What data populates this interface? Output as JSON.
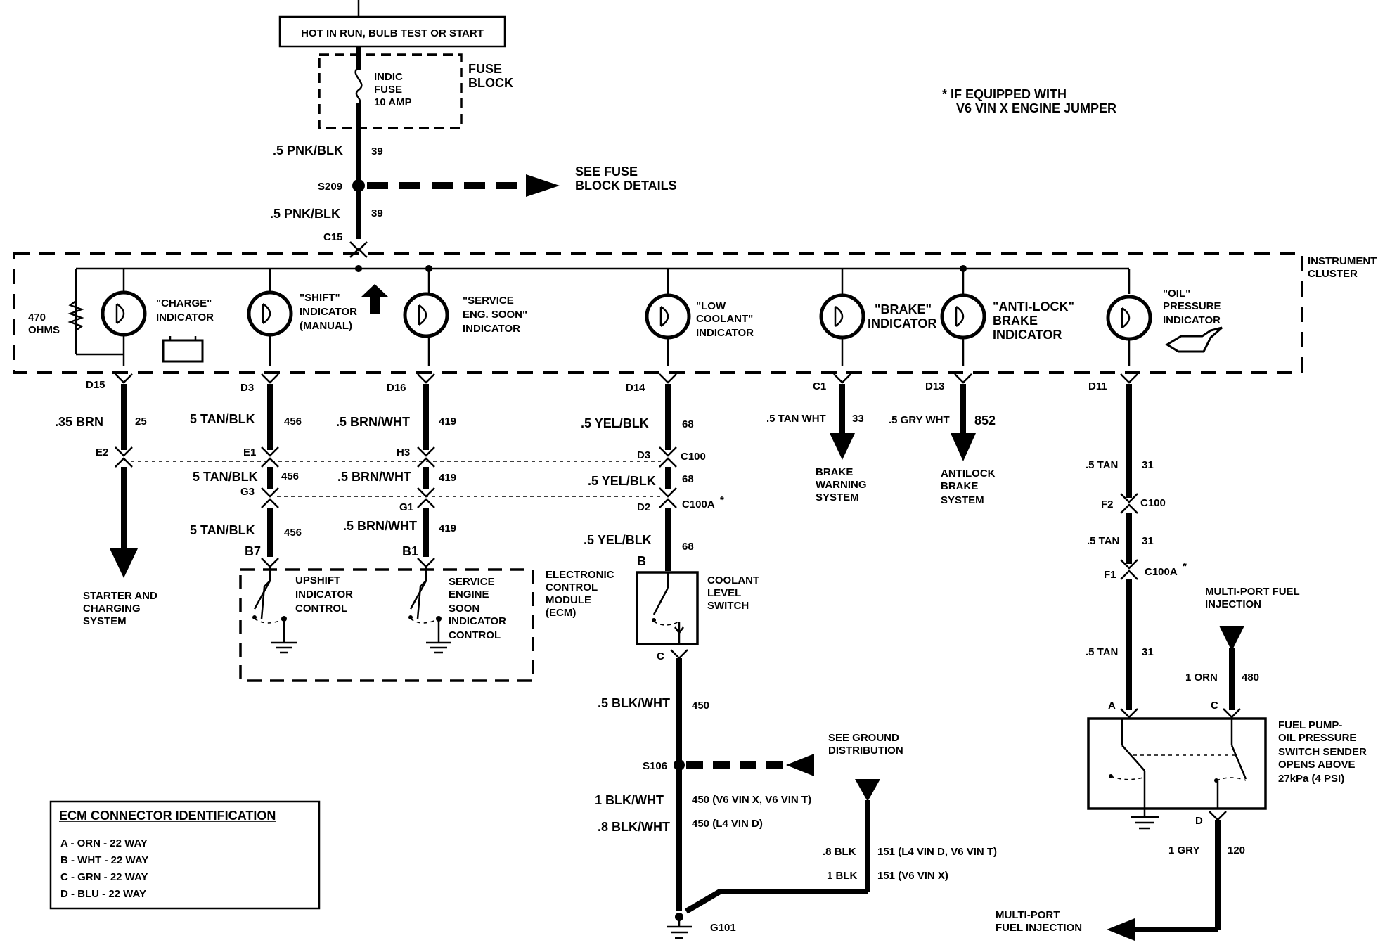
{
  "header": {
    "power_label": "HOT IN RUN, BULB TEST OR START",
    "fuse_label": [
      "INDIC",
      "FUSE",
      "10 AMP"
    ],
    "fuse_block_label": [
      "FUSE",
      "BLOCK"
    ],
    "note": [
      "*  IF EQUIPPED WITH",
      "V6 VIN X ENGINE JUMPER"
    ],
    "see_fuse_block": [
      "SEE FUSE",
      "BLOCK DETAILS"
    ],
    "wire_top_1": ".5 PNK/BLK",
    "circuit_top_1": "39",
    "splice_s209": "S209",
    "wire_top_2": ".5 PNK/BLK",
    "circuit_top_2": "39",
    "connector_c15": "C15"
  },
  "cluster": {
    "label": [
      "INSTRUMENT",
      "CLUSTER"
    ],
    "resistor_label": [
      "470",
      "OHMS"
    ],
    "charge_indicator": [
      "\"CHARGE\"",
      "INDICATOR"
    ],
    "shift_indicator": [
      "\"SHIFT\"",
      "INDICATOR",
      "(MANUAL)"
    ],
    "service_indicator": [
      "\"SERVICE",
      "ENG. SOON\"",
      "INDICATOR"
    ],
    "low_coolant_indicator": [
      "\"LOW",
      "COOLANT\"",
      "INDICATOR"
    ],
    "brake_indicator": [
      "\"BRAKE\"",
      "INDICATOR"
    ],
    "antilock_indicator": [
      "\"ANTI-LOCK\"",
      "BRAKE",
      "INDICATOR"
    ],
    "oil_indicator": [
      "\"OIL\"",
      "PRESSURE",
      "INDICATOR"
    ]
  },
  "col_charge": {
    "pin": "D15",
    "wire": ".35 BRN",
    "circuit": "25",
    "connector_pin": "E2",
    "destination": [
      "STARTER AND",
      "CHARGING",
      "SYSTEM"
    ]
  },
  "col_shift": {
    "pin": "D3",
    "wire_1": "5 TAN/BLK",
    "circuit_1": "456",
    "pin_2": "E1",
    "wire_2": "5 TAN/BLK",
    "circuit_2": "456",
    "pin_3": "G3",
    "wire_3": "5 TAN/BLK",
    "circuit_3": "456",
    "pin_4": "B7",
    "control": [
      "UPSHIFT",
      "INDICATOR",
      "CONTROL"
    ]
  },
  "col_service": {
    "pin": "D16",
    "wire_1": ".5 BRN/WHT",
    "circuit_1": "419",
    "pin_2": "H3",
    "wire_2": ".5 BRN/WHT",
    "circuit_2": "419",
    "pin_3": "G1",
    "wire_3": ".5 BRN/WHT",
    "circuit_3": "419",
    "pin_4": "B1",
    "control": [
      "SERVICE",
      "ENGINE",
      "SOON",
      "INDICATOR",
      "CONTROL"
    ]
  },
  "ecm": {
    "label": [
      "ELECTRONIC",
      "CONTROL",
      "MODULE",
      "(ECM)"
    ]
  },
  "col_coolant": {
    "pin": "D14",
    "wire_1": ".5 YEL/BLK",
    "circuit_1": "68",
    "pin_2": "D3",
    "conn_2": "C100",
    "wire_2": ".5 YEL/BLK",
    "circuit_2": "68",
    "pin_3": "D2",
    "conn_3": "C100A",
    "conn_3_star": "*",
    "wire_3": ".5 YEL/BLK",
    "circuit_3": "68",
    "pin_b": "B",
    "switch_label": [
      "COOLANT",
      "LEVEL",
      "SWITCH"
    ],
    "pin_c": "C",
    "wire_4": ".5 BLK/WHT",
    "circuit_4": "450",
    "splice": "S106",
    "see_ground": [
      "SEE GROUND",
      "DISTRIBUTION"
    ],
    "wire_5a": "1 BLK/WHT",
    "circuit_5a": "450 (V6 VIN X, V6 VIN T)",
    "wire_5b": ".8 BLK/WHT",
    "circuit_5b": "450 (L4 VIN D)",
    "wire_6a": ".8 BLK",
    "circuit_6a": "151 (L4 VIN D, V6 VIN T)",
    "wire_6b": "1 BLK",
    "circuit_6b": "151 (V6 VIN X)",
    "ground": "G101"
  },
  "col_brake": {
    "pin": "C1",
    "wire": ".5 TAN WHT",
    "circuit": "33",
    "destination": [
      "BRAKE",
      "WARNING",
      "SYSTEM"
    ]
  },
  "col_antilock": {
    "pin": "D13",
    "wire": ".5 GRY WHT",
    "circuit": "852",
    "destination": [
      "ANTILOCK",
      "BRAKE",
      "SYSTEM"
    ]
  },
  "col_oil": {
    "pin": "D11",
    "wire_1": ".5 TAN",
    "circuit_1": "31",
    "pin_2": "F2",
    "conn_2": "C100",
    "wire_2": ".5 TAN",
    "circuit_2": "31",
    "pin_3": "F1",
    "conn_3": "C100A",
    "conn_3_star": "*",
    "wire_3": ".5 TAN",
    "circuit_3": "31",
    "mpfi_top": [
      "MULTI-PORT FUEL",
      "INJECTION"
    ],
    "wire_orn": "1 ORN",
    "circuit_orn": "480",
    "pin_a": "A",
    "pin_c": "C",
    "sender_label": [
      "FUEL PUMP-",
      "OIL PRESSURE",
      "SWITCH SENDER",
      "OPENS ABOVE",
      "27kPa (4 PSI)"
    ],
    "pin_d": "D",
    "wire_gry": "1 GRY",
    "circuit_gry": "120",
    "mpfi_bottom": [
      "MULTI-PORT",
      "FUEL INJECTION"
    ]
  },
  "ecm_id": {
    "title": "ECM CONNECTOR IDENTIFICATION",
    "rows": [
      "A - ORN - 22 WAY",
      "B - WHT - 22 WAY",
      "C - GRN - 22 WAY",
      "D - BLU - 22 WAY"
    ]
  }
}
